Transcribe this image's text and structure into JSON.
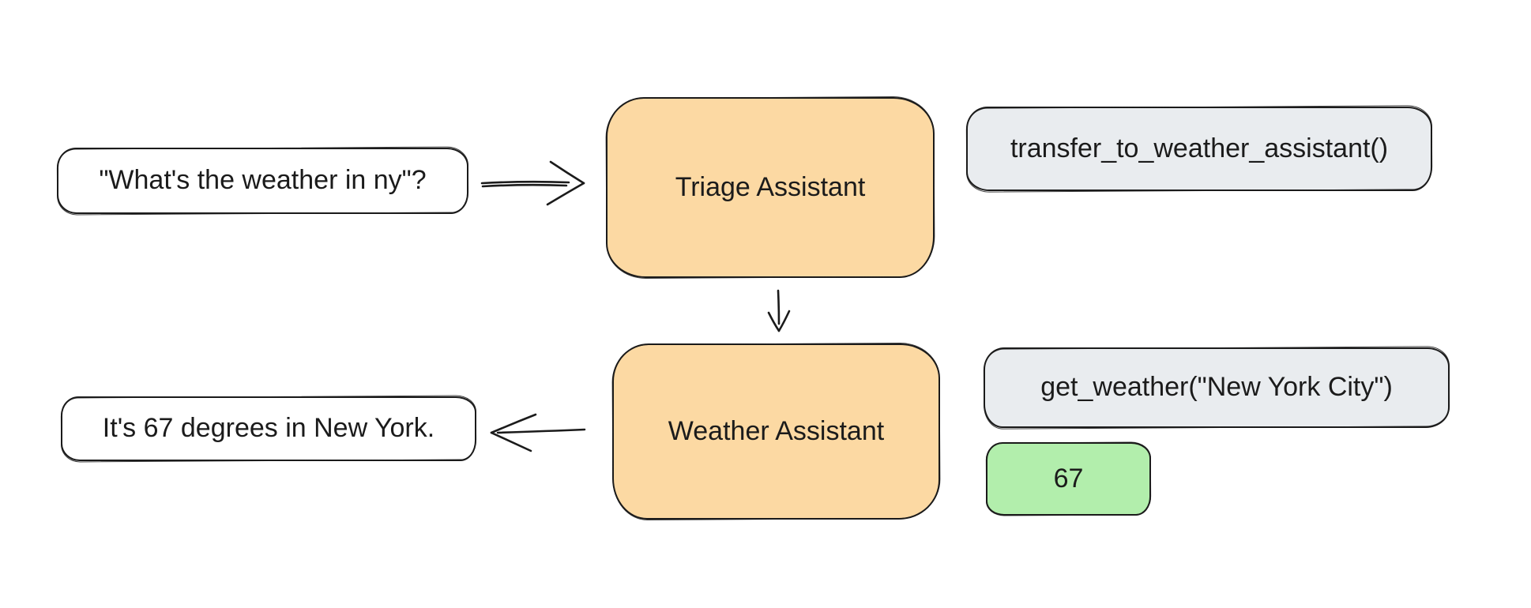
{
  "diagram": {
    "nodes": {
      "user_message": "\"What's the weather in ny\"?",
      "triage_assistant": "Triage Assistant",
      "transfer_call": "transfer_to_weather_assistant()",
      "weather_assistant": "Weather Assistant",
      "get_weather_call": "get_weather(\"New York City\")",
      "tool_result": "67",
      "reply_message": "It's 67 degrees in New York."
    },
    "arrows": {
      "user_to_triage": "arrow-right",
      "triage_to_weather": "arrow-down",
      "weather_to_reply": "arrow-left"
    },
    "colors": {
      "agent_fill": "#FCD9A3",
      "tool_call_fill": "#E9ECEF",
      "tool_result_fill": "#B2EEAC",
      "message_fill": "#FFFFFF",
      "stroke_color": "#1B1B1B",
      "canvas_background": "#FFFFFF"
    }
  }
}
